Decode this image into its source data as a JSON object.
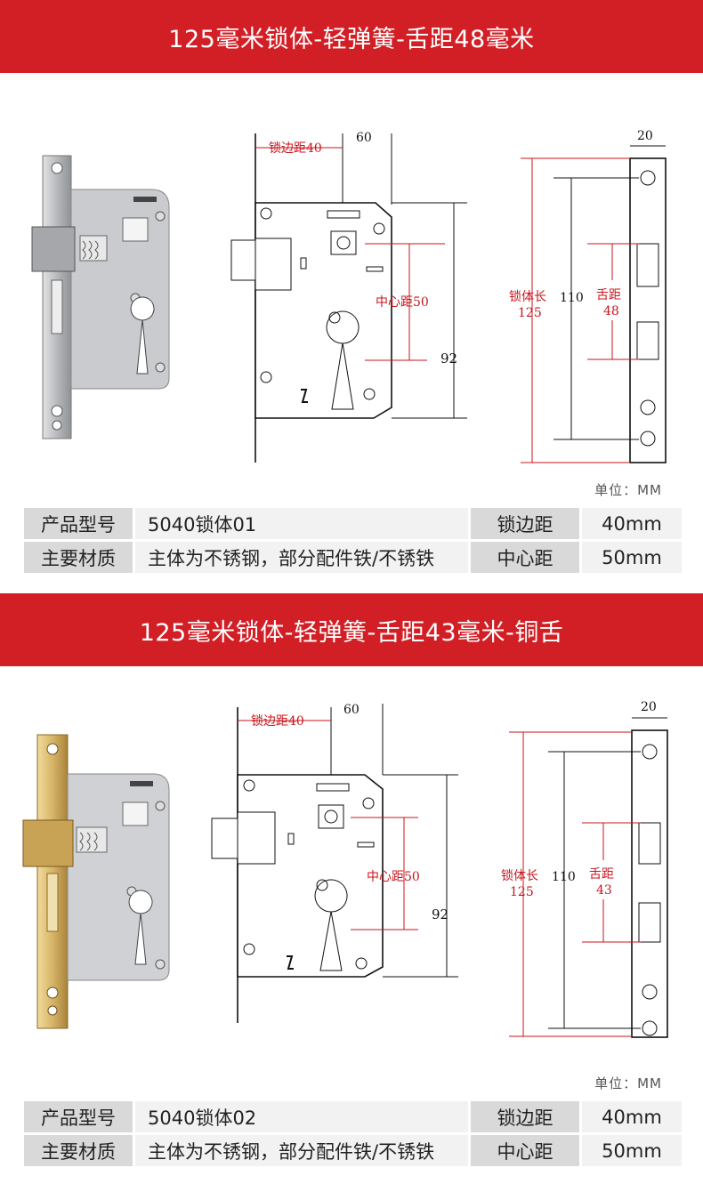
{
  "sections": [
    {
      "banner_title": "125毫米锁体-轻弹簧-舌距48毫米",
      "faceplate_color": "#b7b9bc",
      "dims": {
        "width_top": "60",
        "backset": "锁边距40",
        "center": "中心距50",
        "height_92": "92",
        "faceplate_width": "20",
        "body_len_label": "锁体长",
        "body_len_value": "125",
        "hole_dist": "110",
        "tongue_label": "舌距",
        "tongue_value": "48"
      },
      "unit": "单位：MM",
      "spec": {
        "model_label": "产品型号",
        "model_value": "5040锁体01",
        "backset_label": "锁边距",
        "backset_value": "40mm",
        "material_label": "主要材质",
        "material_value": "主体为不锈钢，部分配件铁/不锈铁",
        "center_label": "中心距",
        "center_value": "50mm"
      }
    },
    {
      "banner_title": "125毫米锁体-轻弹簧-舌距43毫米-铜舌",
      "faceplate_color": "#d6b468",
      "dims": {
        "width_top": "60",
        "backset": "锁边距40",
        "center": "中心距50",
        "height_92": "92",
        "faceplate_width": "20",
        "body_len_label": "锁体长",
        "body_len_value": "125",
        "hole_dist": "110",
        "tongue_label": "舌距",
        "tongue_value": "43"
      },
      "unit": "单位：MM",
      "spec": {
        "model_label": "产品型号",
        "model_value": "5040锁体02",
        "backset_label": "锁边距",
        "backset_value": "40mm",
        "material_label": "主要材质",
        "material_value": "主体为不锈钢，部分配件铁/不锈铁",
        "center_label": "中心距",
        "center_value": "50mm"
      }
    }
  ],
  "colors": {
    "banner": "#d21f26",
    "dimension_red": "#c8161d"
  }
}
